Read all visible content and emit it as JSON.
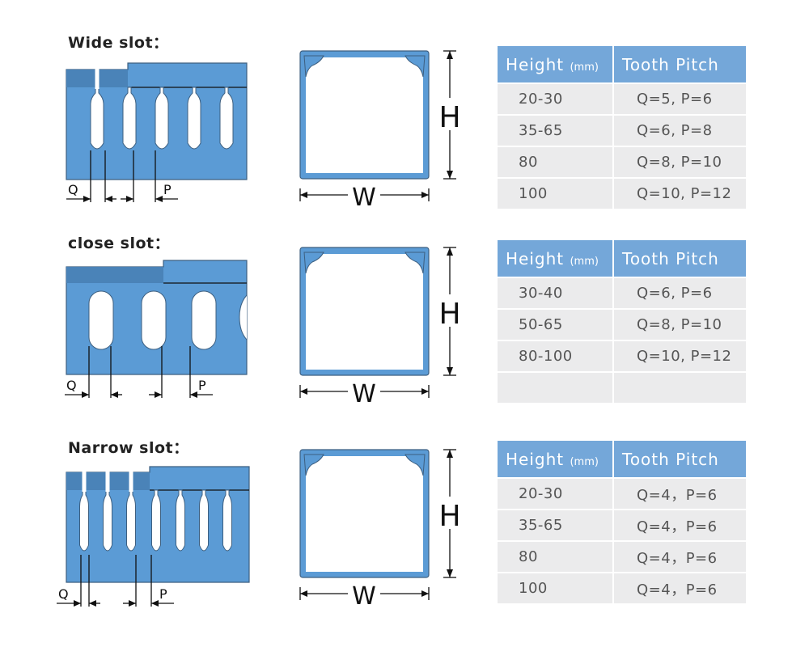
{
  "sections": [
    {
      "title": "Wide slot：",
      "header": {
        "height": "Height",
        "unit": "(mm)",
        "pitch": "Tooth Pitch"
      },
      "rows": [
        {
          "height": "20-30",
          "pitch": "Q=5, P=6"
        },
        {
          "height": "35-65",
          "pitch": "Q=6, P=8"
        },
        {
          "height": "80",
          "pitch": "Q=8, P=10"
        },
        {
          "height": "100",
          "pitch": "Q=10, P=12"
        }
      ]
    },
    {
      "title": "close slot：",
      "header": {
        "height": "Height",
        "unit": "(mm)",
        "pitch": "Tooth Pitch"
      },
      "rows": [
        {
          "height": "30-40",
          "pitch": "Q=6, P=6"
        },
        {
          "height": "50-65",
          "pitch": "Q=8, P=10"
        },
        {
          "height": "80-100",
          "pitch": "Q=10, P=12"
        },
        {
          "height": "",
          "pitch": ""
        }
      ]
    },
    {
      "title": "Narrow slot：",
      "header": {
        "height": "Height",
        "unit": "(mm)",
        "pitch": "Tooth Pitch"
      },
      "rows": [
        {
          "height": "20-30",
          "pitch": "Q=4，P=6"
        },
        {
          "height": "35-65",
          "pitch": "Q=4，P=6"
        },
        {
          "height": "80",
          "pitch": "Q=4，P=6"
        },
        {
          "height": "100",
          "pitch": "Q=4，P=6"
        }
      ]
    }
  ],
  "labels": {
    "q": "Q",
    "p": "P",
    "h": "H",
    "w": "W"
  },
  "colors": {
    "duct": "#5b9bd5",
    "duct_dark": "#4a83b8",
    "header": "#74a7d9",
    "row": "#ebebec"
  }
}
